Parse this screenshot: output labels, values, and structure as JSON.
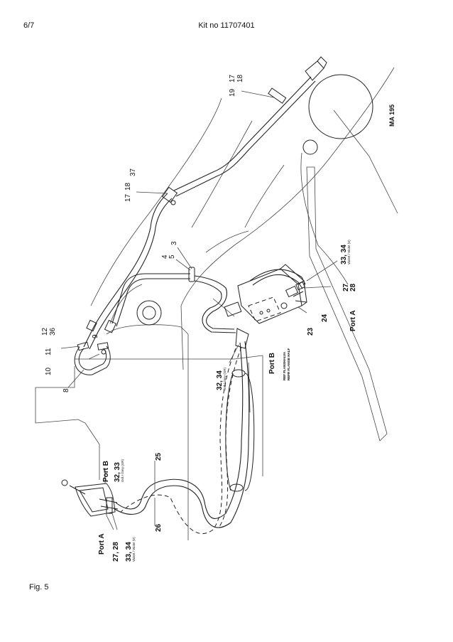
{
  "header": {
    "page": "6/7",
    "kit": "Kit no 11707401"
  },
  "figure": "Fig. 5",
  "drawing_code": "MA 195",
  "labels": {
    "l17a": "17",
    "l18a": "18",
    "l19": "19",
    "l17b": "17",
    "l18b": "18",
    "l37": "37",
    "l3": "3",
    "l4": "4",
    "l5": "5",
    "l12": "12",
    "l36": "36",
    "l11": "11",
    "l10": "10",
    "l9": "9",
    "l8": "8",
    "l3334r": "33, 34",
    "l2728r": "27\n28",
    "l27r": "27",
    "l28r": "28",
    "l24": "24",
    "l23": "23",
    "l3234m": "32, 34",
    "l3233": "32, 33",
    "l25": "25",
    "l26": "26",
    "l2728l": "27, 28",
    "l3334l": "33, 34"
  },
  "ports": {
    "port_a_right": "Port A",
    "port_b_mid": "Port B",
    "port_b_left": "Port B",
    "port_a_left": "Port A"
  },
  "colour_notes": {
    "right_violet": "Violett / Violet (V)",
    "mid_grey": "Grå / Grey (GR)",
    "left_grey": "Grå / Grey (GR)",
    "left_violet": "Violett / Violet (V)"
  },
  "valve_notes": {
    "line1": "REF FLANSHALVA",
    "line2": "REFR FLANGE HALF"
  }
}
